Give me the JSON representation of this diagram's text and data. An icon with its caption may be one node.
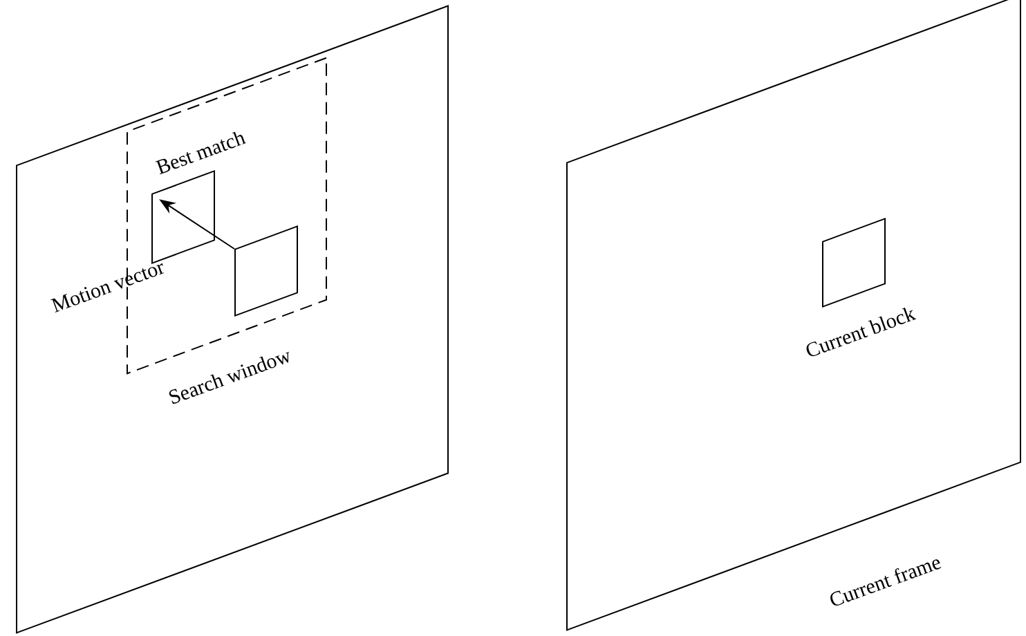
{
  "diagram": {
    "nodes": [
      {
        "text": [],
        "shape": "box"
      },
      {
        "text": [
          "Search window"
        ],
        "in": 0
      },
      {
        "text": [
          "Best match"
        ],
        "in": 1
      },
      {
        "text": [],
        "shape": "box",
        "in": 1
      },
      {
        "text": [
          "Current frame"
        ]
      },
      {
        "text": [
          "Current block"
        ],
        "in": 4
      }
    ],
    "edges": [
      {
        "from": 3,
        "to": 2,
        "arrow": "to",
        "label": "Motion vector"
      }
    ]
  }
}
